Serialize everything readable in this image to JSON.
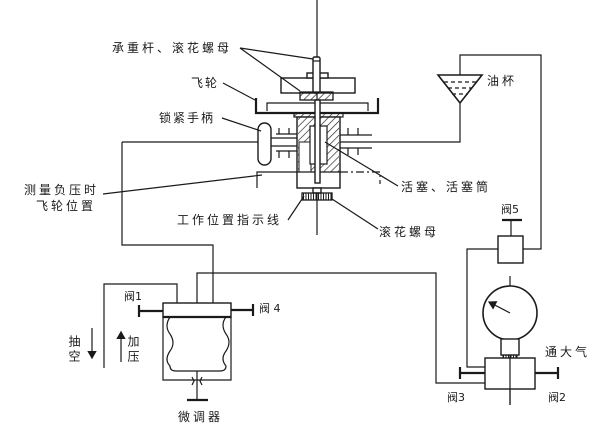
{
  "diagram": {
    "labels": {
      "load_rod_knurled_nut": "承重杆、滚花螺母",
      "flywheel": "飞轮",
      "locking_handle": "锁紧手柄",
      "oil_cup": "油杯",
      "flywheel_neg_pressure_line1": "测量负压时",
      "flywheel_neg_pressure_line2": "飞轮位置",
      "piston_and_cylinder": "活塞、活塞筒",
      "working_position_indicator": "工作位置指示线",
      "knurled_nut": "滚花螺母",
      "valve_5": "阀5",
      "valve_1": "阀1",
      "valve_4": "阀 4",
      "valve_3": "阀3",
      "valve_2": "阀2",
      "vent_to_atmosphere": "通大气",
      "evacuate": "抽空",
      "pressurize": "加压",
      "micro_adjuster": "微调器"
    }
  },
  "colors": {
    "line": "#1a1a1a",
    "background": "#ffffff"
  }
}
